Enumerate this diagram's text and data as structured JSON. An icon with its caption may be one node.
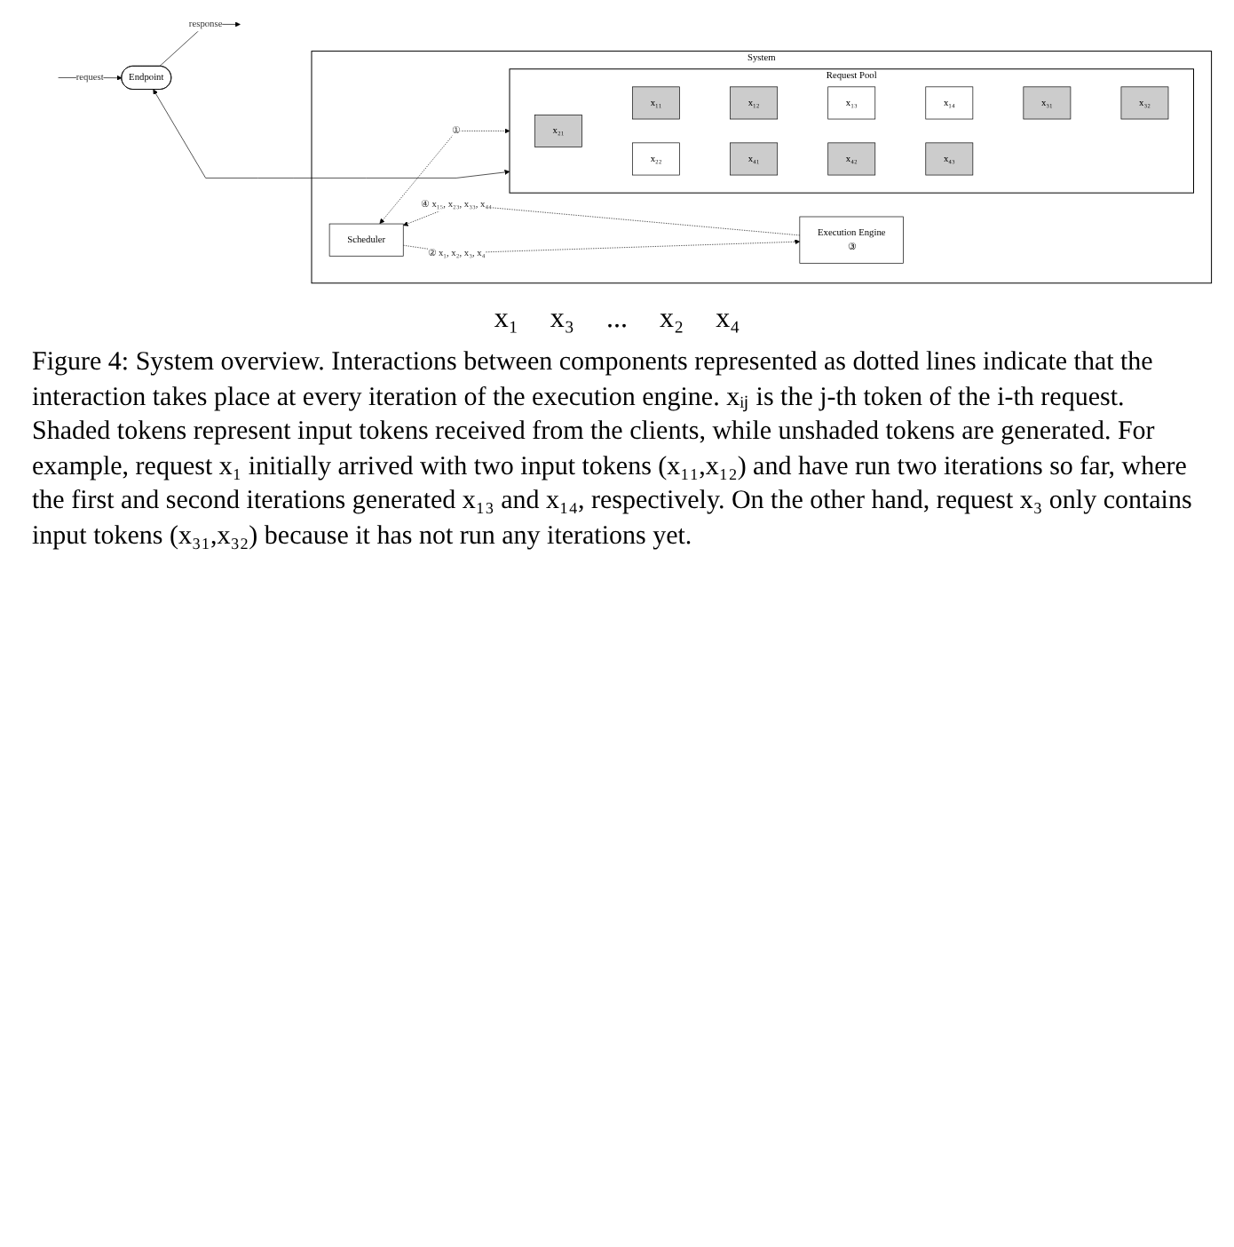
{
  "diagram": {
    "caption": "Figure 4: System overview. Interactions between components represented as dotted lines indicate that the interaction takes place at every iteration of the execution engine. xᵢⱼ is the j-th token of the i-th request. Shaded tokens represent input tokens received from the clients, while unshaded tokens are generated. For example, request x₁ initially arrived with two input tokens (x₁₁,x₁₂) and have run two iterations so far, where the first and second iterations generated x₁₃ and x₁₄, respectively. On the other hand, request x₃ only contains input tokens (x₃₁,x₃₂) because it has not run any iterations yet.",
    "nodes": [
      {
        "text": [
          "System"
        ]
      },
      {
        "text": [
          "Endpoint"
        ]
      },
      {
        "text": [
          "Scheduler"
        ],
        "in": 0
      },
      {
        "text": [
          "Execution Engine",
          "③"
        ],
        "in": 0
      },
      {
        "text": [
          "Request Pool"
        ],
        "in": 0
      },
      {
        "text": [
          "x₁₁"
        ],
        "in": 4
      },
      {
        "text": [
          "x₁₂"
        ],
        "in": 4
      },
      {
        "text": [
          "x₁₃"
        ],
        "in": 4
      },
      {
        "text": [
          "x₁₄"
        ],
        "in": 4
      },
      {
        "text": [
          "x₃₁"
        ],
        "in": 4
      },
      {
        "text": [
          "x₃₂"
        ],
        "in": 4
      },
      {
        "text": [
          "x₂₁"
        ],
        "in": 4
      },
      {
        "text": [
          "x₂₂"
        ],
        "in": 4
      },
      {
        "text": [
          "x₄₁"
        ],
        "in": 4
      },
      {
        "text": [
          "x₄₂"
        ],
        "in": 4
      },
      {
        "text": [
          "x₄₃"
        ],
        "in": 4
      }
    ],
    "edges": [
      {
        "from": null,
        "to": 1,
        "arrow": "to",
        "label": "request"
      },
      {
        "from": 1,
        "to": null,
        "arrow": "to",
        "label": "response"
      },
      {
        "from": 1,
        "to": 4,
        "arrow": "both"
      },
      {
        "from": 2,
        "to": 3,
        "arrow": "to",
        "label": "② x₁, x₂, x₃, x₄",
        "style": "dashed"
      },
      {
        "from": 3,
        "to": 2,
        "arrow": "to",
        "label": "④ x₁₅, x₂₃, x₃₃, x₄₄",
        "style": "dashed"
      },
      {
        "from": 2,
        "to": 4,
        "arrow": "both",
        "label": "①",
        "style": "dashed"
      }
    ],
    "labels": [
      "x₁",
      "x₃",
      "...",
      "x₂",
      "x₄"
    ]
  }
}
